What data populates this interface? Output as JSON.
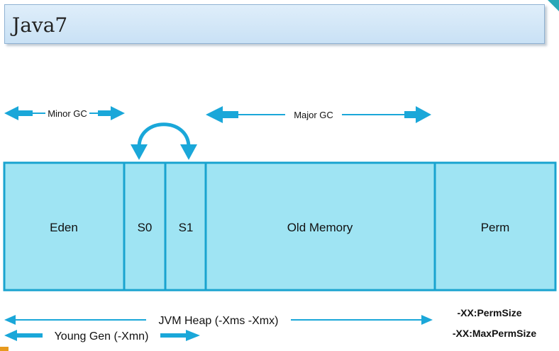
{
  "title": "Java7",
  "colors": {
    "accent": "#1aa7d9",
    "block_fill": "#9fe4f3",
    "block_border": "#19a3cf"
  },
  "gc_labels": {
    "minor": "Minor GC",
    "major": "Major GC"
  },
  "segments": [
    {
      "label": "Eden"
    },
    {
      "label": "S0"
    },
    {
      "label": "S1"
    },
    {
      "label": "Old Memory"
    },
    {
      "label": "Perm"
    }
  ],
  "bottom_labels": {
    "heap": "JVM Heap (-Xms -Xmx)",
    "young": "Young Gen (-Xmn)",
    "perm_size": "-XX:PermSize",
    "max_perm_size": "-XX:MaxPermSize"
  }
}
